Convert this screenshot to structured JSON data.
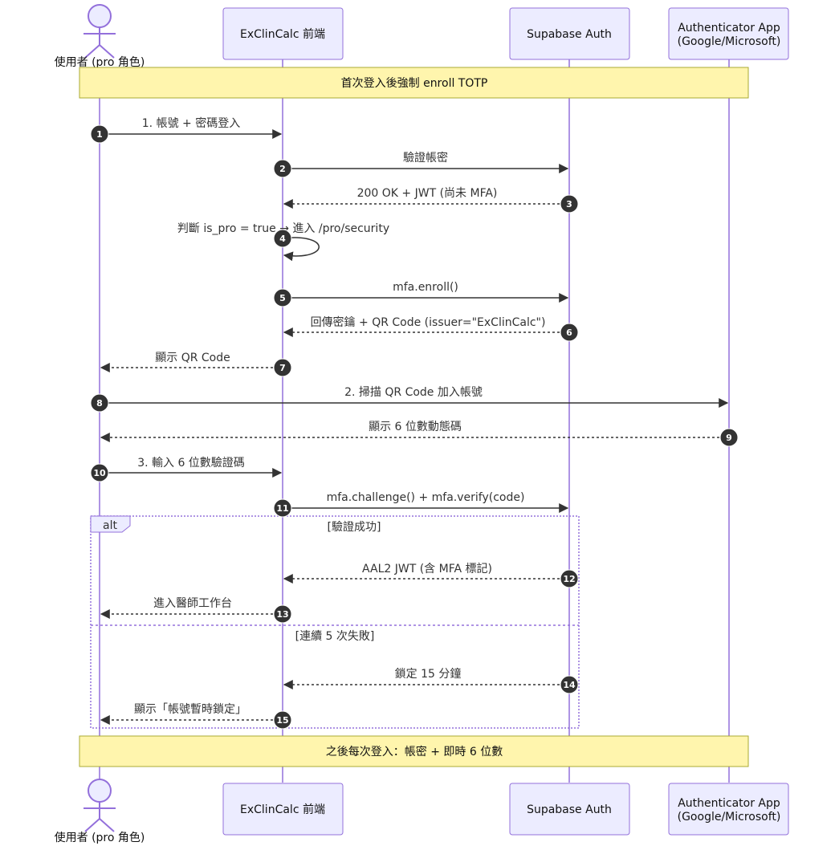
{
  "actors": [
    {
      "id": "user",
      "label": "使用者 (pro 角色)",
      "kind": "person"
    },
    {
      "id": "frontend",
      "label": "ExClinCalc 前端",
      "kind": "box"
    },
    {
      "id": "auth",
      "label": "Supabase Auth",
      "kind": "box"
    },
    {
      "id": "app",
      "label_lines": [
        "Authenticator App",
        "(Google/Microsoft)"
      ],
      "kind": "box"
    }
  ],
  "notes": {
    "top": "首次登入後強制 enroll TOTP",
    "bottom": "之後每次登入：帳密 + 即時 6 位數"
  },
  "messages": [
    {
      "n": "1",
      "from": "user",
      "to": "frontend",
      "label": "1. 帳號 + 密碼登入",
      "dashed": false
    },
    {
      "n": "2",
      "from": "frontend",
      "to": "auth",
      "label": "驗證帳密",
      "dashed": false
    },
    {
      "n": "3",
      "from": "auth",
      "to": "frontend",
      "label": "200 OK + JWT (尚未 MFA)",
      "dashed": true
    },
    {
      "n": "4",
      "from": "frontend",
      "to": "frontend",
      "label": "判斷 is_pro = true → 進入 /pro/security",
      "dashed": false,
      "self": true
    },
    {
      "n": "5",
      "from": "frontend",
      "to": "auth",
      "label": "mfa.enroll()",
      "dashed": false
    },
    {
      "n": "6",
      "from": "auth",
      "to": "frontend",
      "label": "回傳密鑰 + QR Code (issuer=\"ExClinCalc\")",
      "dashed": true
    },
    {
      "n": "7",
      "from": "frontend",
      "to": "user",
      "label": "顯示 QR Code",
      "dashed": true
    },
    {
      "n": "8",
      "from": "user",
      "to": "app",
      "label": "2. 掃描 QR Code 加入帳號",
      "dashed": false
    },
    {
      "n": "9",
      "from": "app",
      "to": "user",
      "label": "顯示 6 位數動態碼",
      "dashed": true
    },
    {
      "n": "10",
      "from": "user",
      "to": "frontend",
      "label": "3. 輸入 6 位數驗證碼",
      "dashed": false
    },
    {
      "n": "11",
      "from": "frontend",
      "to": "auth",
      "label": "mfa.challenge() + mfa.verify(code)",
      "dashed": false
    },
    {
      "n": "12",
      "from": "auth",
      "to": "frontend",
      "label": "AAL2 JWT (含 MFA 標記)",
      "dashed": true
    },
    {
      "n": "13",
      "from": "frontend",
      "to": "user",
      "label": "進入醫師工作台",
      "dashed": true
    },
    {
      "n": "14",
      "from": "auth",
      "to": "frontend",
      "label": "鎖定 15 分鐘",
      "dashed": true
    },
    {
      "n": "15",
      "from": "frontend",
      "to": "user",
      "label": "顯示「帳號暫時鎖定」",
      "dashed": true
    }
  ],
  "alt": {
    "label": "alt",
    "conditions": [
      "[驗證成功]",
      "[連續 5 次失敗]"
    ]
  },
  "colors": {
    "actor_fill": "#ECECFF",
    "actor_stroke": "#9370DB",
    "note_fill": "#FFF5AD",
    "note_stroke": "#AAAA33",
    "line": "#333333",
    "badge": "#333333"
  }
}
